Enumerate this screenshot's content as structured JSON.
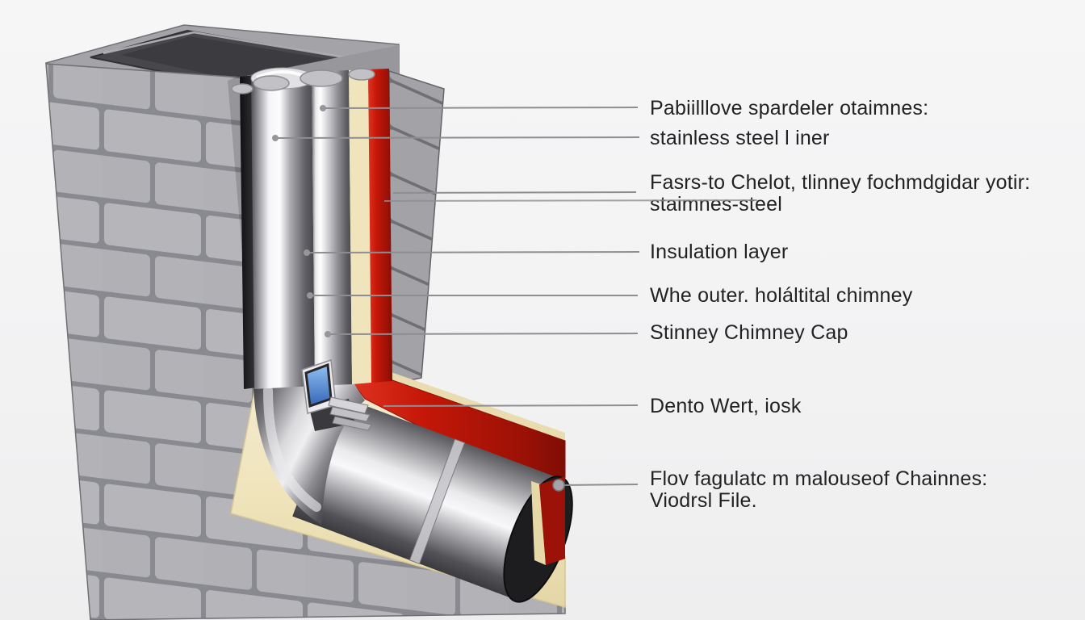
{
  "figure": {
    "title": "Chimney stainless steel liner cutaway illustration",
    "type": "technical-cutaway-diagram",
    "parts": [
      "brick chimney stack",
      "chimney crown cap",
      "stainless steel liner pipe",
      "outer liner wall",
      "insulation cream layer",
      "insulation red layer",
      "flue elbow",
      "horizontal flue pipe",
      "draft regulator device with blue screen"
    ]
  },
  "colors": {
    "background": "#f3f3f4",
    "label_text": "#222222",
    "leader_line": "#8e8e92",
    "brick": "#b4b4b8",
    "brick_mortar": "#898a8f",
    "cap_dark": "#45454a",
    "steel_highlight": "#ffffff",
    "steel_dark": "#55555a",
    "insulation_red": "#c21708",
    "insulation_cream": "#efe4bc",
    "device_screen_blue": "#4a7fd4"
  },
  "labels": [
    {
      "id": "label-1",
      "lines": [
        "Pabiilllove spardeler otaimnes:"
      ]
    },
    {
      "id": "label-2",
      "lines": [
        "stainless steel l iner"
      ]
    },
    {
      "id": "label-3",
      "lines": [
        "Fasrs-to Chelot, tlinney fochmdgidar yotir:",
        "staimnes-steel"
      ]
    },
    {
      "id": "label-4",
      "lines": [
        "Insulation layer"
      ]
    },
    {
      "id": "label-5",
      "lines": [
        "Whe outer. holáltital chimney"
      ]
    },
    {
      "id": "label-6",
      "lines": [
        "Stinney Chimney Cap"
      ]
    },
    {
      "id": "label-7",
      "lines": [
        "Dento Wert, iosk"
      ]
    },
    {
      "id": "label-8",
      "lines": [
        "Flov fagulatc m malouseof Chainnes:",
        "Viodrsl File."
      ]
    }
  ]
}
